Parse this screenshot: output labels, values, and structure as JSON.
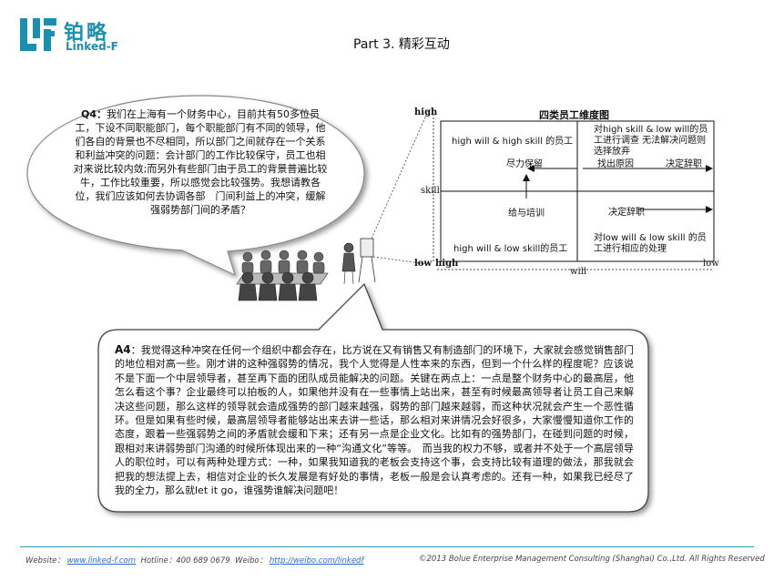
{
  "header": {
    "logo_cn": "铂略",
    "logo_en": "Linked-F",
    "part_title": "Part 3.   精彩互动"
  },
  "question": {
    "label": "Q4：",
    "text": "我们在上海有一个财务中心，目前共有50多位员工，下设不同职能部门，每个职能部门有不同的领导，他们各自的背景也不尽相同，所以部门之间就存在一个关系和利益冲突的问题：会计部门的工作比较保守，员工也相对来说比较内敛;而另外有些部门由于员工的背景普遍比较牛，工作比较重要，所以感觉会比较强势。我想请教各位，我们应该如何去协调各部　门间利益上的冲突，缓解强弱势部门间的矛盾？"
  },
  "answer": {
    "label": "A4",
    "text": "：我觉得这种冲突在任何一个组织中都会存在，比方说在又有销售又有制造部门的环境下，大家就会感觉销售部门的地位相对高一些。刚才讲的这种强弱势的情况，我个人觉得是人性本来的东西，但到一个什么样的程度呢？应该说不是下面一个中层领导者，甚至再下面的团队成员能解决的问题。关键在两点上：一点是整个财务中心的最高层，他怎么看这个事？企业最终可以拍板的人，如果他并没有在一些事情上站出来，甚至有时候最高领导者让员工自己来解决这些问题，那么这样的领导就会造成强势的部门越来越强，弱势的部门越来越弱，而这种状况就会产生一个恶性循环。但是如果有些时候，最高层领导者能够站出来去讲一些话，那么相对来讲情况会好很多，大家慢慢知道你工作的态度，跟着一些强弱势之间的矛盾就会缓和下来；还有另一点是企业文化。比如有的强势部门，在碰到问题的时候，跟相对来讲弱势部门沟通的时候所体现出来的一种“沟通文化”等等。　而当我的权力不够，或者并不处于一个高层领导人的职位时，可以有两种处理方式：一种，如果我知道我的老板会支持这个事，会支持比较有道理的做法，那我就会把我的想法提上去，相信对企业的长久发展是有好处的事情，老板一般是会认真考虑的。还有一种，如果我已经尽了我的全力，那么就let it go，谁强势谁解决问题吧！"
  },
  "diagram": {
    "title": "四类员工维度图",
    "y_high": "high",
    "y_low": "low",
    "y_axis": "skill",
    "x_high_left": "high",
    "x_low_right": "low",
    "x_axis": "will",
    "q_tl": "high will & high skill 的员工",
    "q_tr": "对high skill & low will的员工进行调查 无法解决问题则选择放弃",
    "q_bl": "high will & low skill的员工",
    "q_br": "对low will & low skill 的员工进行相应的处理",
    "a_keep": "尽力保留",
    "a_find": "找出原因",
    "a_decide1": "决定辞职",
    "a_train": "给与培训",
    "a_decide2": "决定辞职"
  },
  "footer": {
    "website_label": "Website：",
    "website": "www.linked-f.com",
    "hotline": "Hotline：400 689 0679",
    "weibo_label": "Weibo：",
    "weibo": "http://weibo.com/linkedf",
    "copyright": "©2013 Bolue Enterprise Management Consulting (Shanghai) Co.,Ltd. All Rights Reserved"
  }
}
